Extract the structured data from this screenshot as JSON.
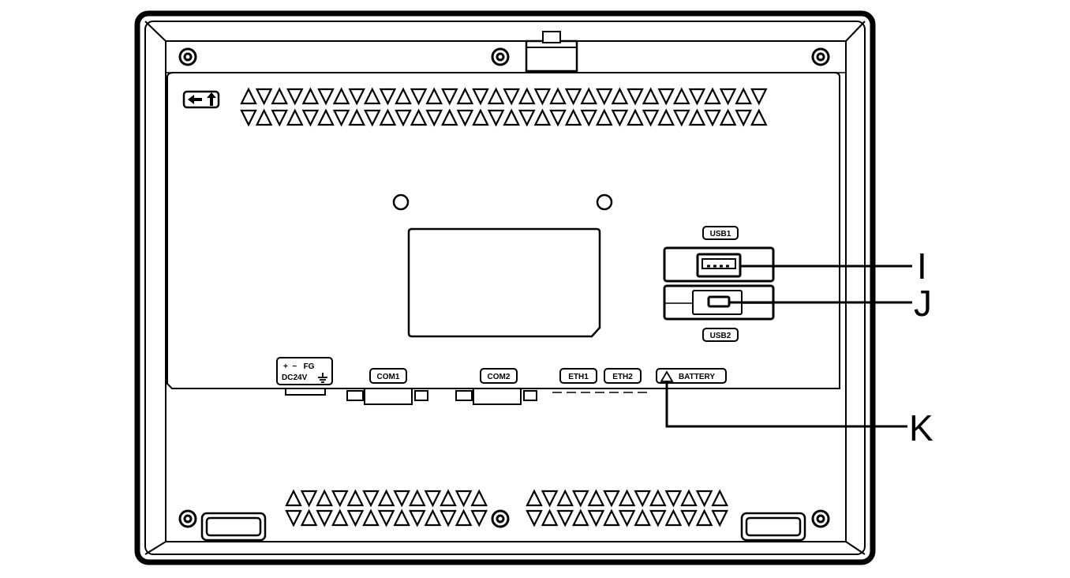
{
  "device": {
    "power": {
      "polarity": "+  −   FG",
      "voltage": "DC24V"
    },
    "ports": {
      "usb1": "USB1",
      "usb2": "USB2",
      "com1": "COM1",
      "com2": "COM2",
      "eth1": "ETH1",
      "eth2": "ETH2",
      "battery": "BATTERY"
    }
  },
  "callouts": {
    "i": "I",
    "j": "J",
    "k": "K"
  },
  "colors": {
    "line": "#000000",
    "background": "#ffffff"
  },
  "icons": [
    "screw-icon",
    "vent-triangle-icon",
    "warning-icon",
    "ground-icon",
    "arrow-label-icon"
  ]
}
